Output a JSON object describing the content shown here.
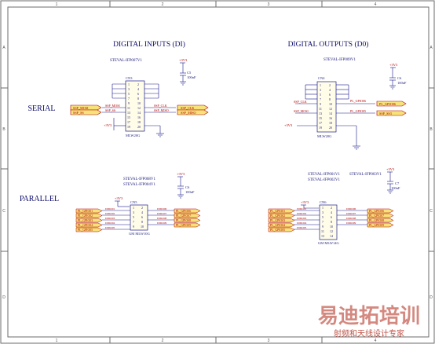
{
  "border": {
    "columns": [
      "1",
      "2",
      "3",
      "4"
    ],
    "rows": [
      "A",
      "B",
      "C",
      "D"
    ]
  },
  "sections": {
    "di_title": "DIGITAL INPUTS (DI)",
    "do_title": "DIGITAL OUTPUTS (D0)",
    "serial": "SERIAL",
    "parallel": "PARALLEL"
  },
  "di_serial": {
    "board": "STEVAL-IFP007V1",
    "ref": "CN3",
    "part": "MLW20G",
    "power": "+3V3",
    "cap_ref": "C5",
    "cap_val": "100nF",
    "pins": [
      "1",
      "2",
      "3",
      "4",
      "5",
      "6",
      "7",
      "8",
      "9",
      "10",
      "11",
      "12",
      "13",
      "14",
      "15",
      "16",
      "17",
      "18",
      "19",
      "20"
    ],
    "nets": {
      "mosi_in": "SSP_MOSI",
      "ssp_miso": "SSP_MISO",
      "ssp_ss": "SSP_SS",
      "clk": "SSP_CLK",
      "miso_r": "SSP_MISO",
      "lbl_clk": "SSP_CLK",
      "lbl_miso": "SSP_MISO",
      "lbl_ss": "SSP_SS",
      "lbl_mosi": "SSP_MOSI",
      "pwr_side": "+3V3"
    }
  },
  "do_serial": {
    "board": "STEVAL-IFP009V1",
    "ref": "CN4",
    "part": "MLW20G",
    "power": "+3V3",
    "cap_ref": "C6",
    "cap_val": "100nF",
    "nets": {
      "clk": "SSP_CLK",
      "mosi": "SSP_MOSI",
      "gpio6": "PL_GPIO06",
      "gpio5": "PL_GPIO05",
      "lbl_gpio6": "PL_GPIO06",
      "lbl_ss3": "SSP_SS3",
      "pwr_side": "+3V3"
    }
  },
  "di_parallel": {
    "board1": "STEVAL-IFP008V1",
    "board2": "STEVAL-IFP004V1",
    "ref": "CN5",
    "part": "GM MLW10G",
    "power": "+3V3",
    "cap_ref": "C6",
    "cap_val": "100nF",
    "left_labels": [
      "PL_GPIO01",
      "PL_GPIO02",
      "PL_GPIO03",
      "PL_GPIO04",
      "PL_GPIO05"
    ],
    "right_labels": [
      "PL_GPIO06",
      "PL_GPIO07",
      "PL_GPIO08",
      "PL_GPIO09"
    ],
    "left_nets": [
      "DIDO01",
      "DIDO02",
      "DIDO03",
      "DIDO04",
      "DIDO05"
    ],
    "right_nets": [
      "DIDO06",
      "DIDO07",
      "DIDO08",
      "DIDO09"
    ]
  },
  "do_parallel": {
    "board1": "STEVAL-IFP001V1",
    "board2": "STEVAL-IFP003V1",
    "board3": "STEVAL-IFP002V1",
    "ref": "CN6",
    "part": "GM MLW14G",
    "power": "+3V3",
    "cap_ref": "C7",
    "cap_val": "100nF",
    "left_labels": [
      "PL_GPIO01",
      "PL_GPIO02",
      "PL_GPIO03",
      "PL_GPIO04",
      "PL_GPIO05"
    ],
    "right_labels": [
      "PL_GPIO06",
      "PL_GPIO07",
      "PL_GPIO08",
      "PL_GPIO09"
    ],
    "left_nets": [
      "DIDO01",
      "DIDO02",
      "DIDO03",
      "DIDO04",
      "DIDO05"
    ],
    "right_nets": [
      "DIDO06",
      "DIDO07",
      "DIDO08",
      "DIDO09"
    ]
  },
  "watermark": {
    "main": "易迪拓培训",
    "sub": "射频和天线设计专家"
  },
  "colors": {
    "wire": "#1a1a8a",
    "frame": "#6b6b6b",
    "label_fill": "#f7e27a",
    "label_stroke": "#b00000",
    "watermark": "#b02818"
  }
}
